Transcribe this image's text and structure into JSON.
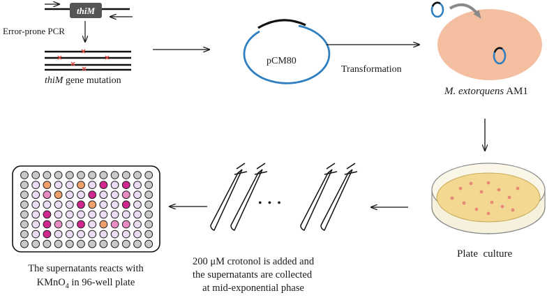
{
  "pcr": {
    "gene_label": "thiM",
    "method_label": "Error-prone PCR",
    "mutation_caption_gene": "thiM",
    "mutation_caption_rest": " gene mutation"
  },
  "plasmid": {
    "label": "pCM80"
  },
  "transformation": {
    "label": "Transformation"
  },
  "host": {
    "genus": "M. extorquens",
    "strain": " AM1"
  },
  "plate_culture": {
    "label": "Plate  culture"
  },
  "crotonol": {
    "line1": "200 μM crotonol is added and",
    "line2": "the supernatants are collected",
    "line3": "at mid-exponential phase",
    "ellipsis": "• • •"
  },
  "assay": {
    "line1": "The supernatants reacts with",
    "line2_prefix": "KMnO",
    "line2_sub": "4",
    "line2_suffix": " in 96-well plate"
  },
  "colors": {
    "plasmid_blue": "#2f7fc0",
    "host_cell": "#f4bfa0",
    "agar": "#f2d890",
    "colony": "#ea8a76",
    "well_gray": "#c9c9c9",
    "well_lavender": "#ecdcf3",
    "well_orange": "#f0a06a",
    "well_magenta": "#d0278f",
    "well_pink": "#e88ac3",
    "well_mauve": "#c89ad4"
  },
  "well_plate": {
    "rows": 8,
    "cols": 12,
    "grid": [
      "GGGGGGGGGGGG",
      "GLOLLOLMLMLG",
      "GLPOLLMLLPLG",
      "GLLLLMOLLMLG",
      "GLMLLLLLLLLG",
      "GLMPLMLOPPLG",
      "GLMLLLLLLLLG",
      "GGGGGGGGGGGG"
    ],
    "legend": {
      "G": "gray",
      "L": "lavender",
      "O": "orange",
      "M": "magenta",
      "P": "pink"
    }
  }
}
